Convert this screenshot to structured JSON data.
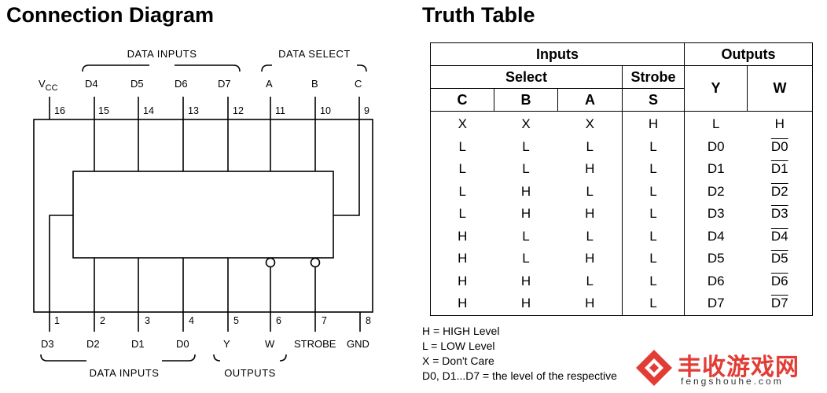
{
  "connection": {
    "title": "Connection Diagram",
    "vcc": "V",
    "vcc_sub": "CC",
    "top_pins": [
      {
        "num": "16",
        "label": ""
      },
      {
        "num": "15",
        "label": "D4"
      },
      {
        "num": "14",
        "label": "D5"
      },
      {
        "num": "13",
        "label": "D6"
      },
      {
        "num": "12",
        "label": "D7"
      },
      {
        "num": "11",
        "label": "A"
      },
      {
        "num": "10",
        "label": "B"
      },
      {
        "num": "9",
        "label": "C"
      }
    ],
    "bottom_pins": [
      {
        "num": "1",
        "label": "D3"
      },
      {
        "num": "2",
        "label": "D2"
      },
      {
        "num": "3",
        "label": "D1"
      },
      {
        "num": "4",
        "label": "D0"
      },
      {
        "num": "5",
        "label": "Y"
      },
      {
        "num": "6",
        "label": "W"
      },
      {
        "num": "7",
        "label": "STROBE"
      },
      {
        "num": "8",
        "label": "GND"
      }
    ],
    "groups": {
      "top_data_inputs": "DATA INPUTS",
      "top_data_select": "DATA SELECT",
      "bottom_data_inputs": "DATA INPUTS",
      "bottom_outputs": "OUTPUTS"
    }
  },
  "truth": {
    "title": "Truth Table",
    "headers": {
      "inputs": "Inputs",
      "outputs": "Outputs",
      "select": "Select",
      "strobe": "Strobe",
      "c": "C",
      "b": "B",
      "a": "A",
      "s": "S",
      "y": "Y",
      "w": "W"
    },
    "rows": [
      {
        "c": "X",
        "b": "X",
        "a": "X",
        "s": "H",
        "y": "L",
        "w": "H",
        "w_bar": false
      },
      {
        "c": "L",
        "b": "L",
        "a": "L",
        "s": "L",
        "y": "D0",
        "w": "D0",
        "w_bar": true
      },
      {
        "c": "L",
        "b": "L",
        "a": "H",
        "s": "L",
        "y": "D1",
        "w": "D1",
        "w_bar": true
      },
      {
        "c": "L",
        "b": "H",
        "a": "L",
        "s": "L",
        "y": "D2",
        "w": "D2",
        "w_bar": true
      },
      {
        "c": "L",
        "b": "H",
        "a": "H",
        "s": "L",
        "y": "D3",
        "w": "D3",
        "w_bar": true
      },
      {
        "c": "H",
        "b": "L",
        "a": "L",
        "s": "L",
        "y": "D4",
        "w": "D4",
        "w_bar": true
      },
      {
        "c": "H",
        "b": "L",
        "a": "H",
        "s": "L",
        "y": "D5",
        "w": "D5",
        "w_bar": true
      },
      {
        "c": "H",
        "b": "H",
        "a": "L",
        "s": "L",
        "y": "D6",
        "w": "D6",
        "w_bar": true
      },
      {
        "c": "H",
        "b": "H",
        "a": "H",
        "s": "L",
        "y": "D7",
        "w": "D7",
        "w_bar": true
      }
    ]
  },
  "notes": [
    "H = HIGH Level",
    "L = LOW Level",
    "X = Don't Care",
    "D0, D1...D7 = the level of the respective"
  ],
  "watermark": {
    "brand": "丰收游戏网",
    "url": "fengshouhe.com",
    "color": "#e23c35"
  }
}
